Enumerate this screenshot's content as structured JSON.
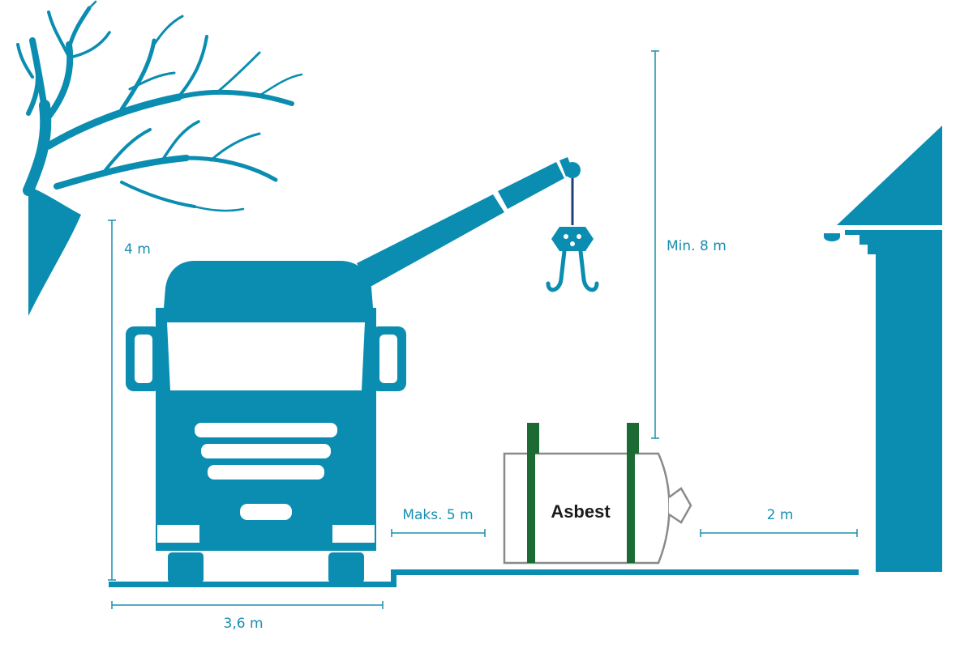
{
  "colors": {
    "primary": "#0a8db0",
    "dimension": "#1a8fb1",
    "hook_line": "#1f3e7a",
    "strap": "#1c6b35",
    "bag_outline": "#8a8a8a",
    "background": "#ffffff"
  },
  "icons": [
    "tree-icon",
    "truck-icon",
    "crane-boom-icon",
    "crane-hook-icon",
    "asbestos-bag-icon",
    "house-icon"
  ],
  "dimensions": {
    "height_left": "4 m",
    "truck_width": "3,6 m",
    "max_distance": "Maks. 5 m",
    "min_height": "Min. 8 m",
    "house_distance": "2 m"
  },
  "bag": {
    "label": "Asbest"
  }
}
